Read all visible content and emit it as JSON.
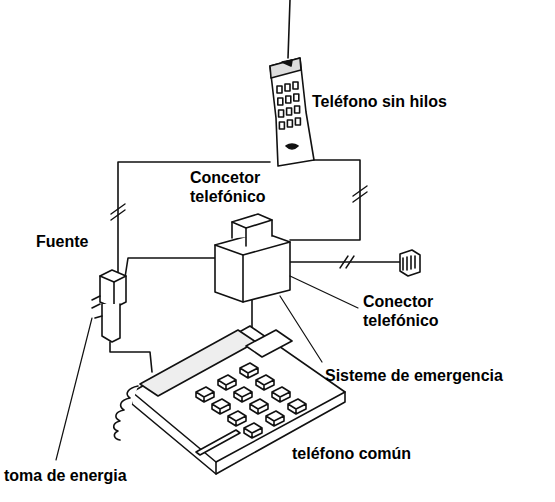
{
  "diagram": {
    "labels": [
      "Teléfono sin hilos",
      "Concetor telefónico",
      "Fuente",
      "Conector telefónico",
      "Sisteme de emergencia",
      "teléfono común",
      "toma de energia"
    ]
  }
}
